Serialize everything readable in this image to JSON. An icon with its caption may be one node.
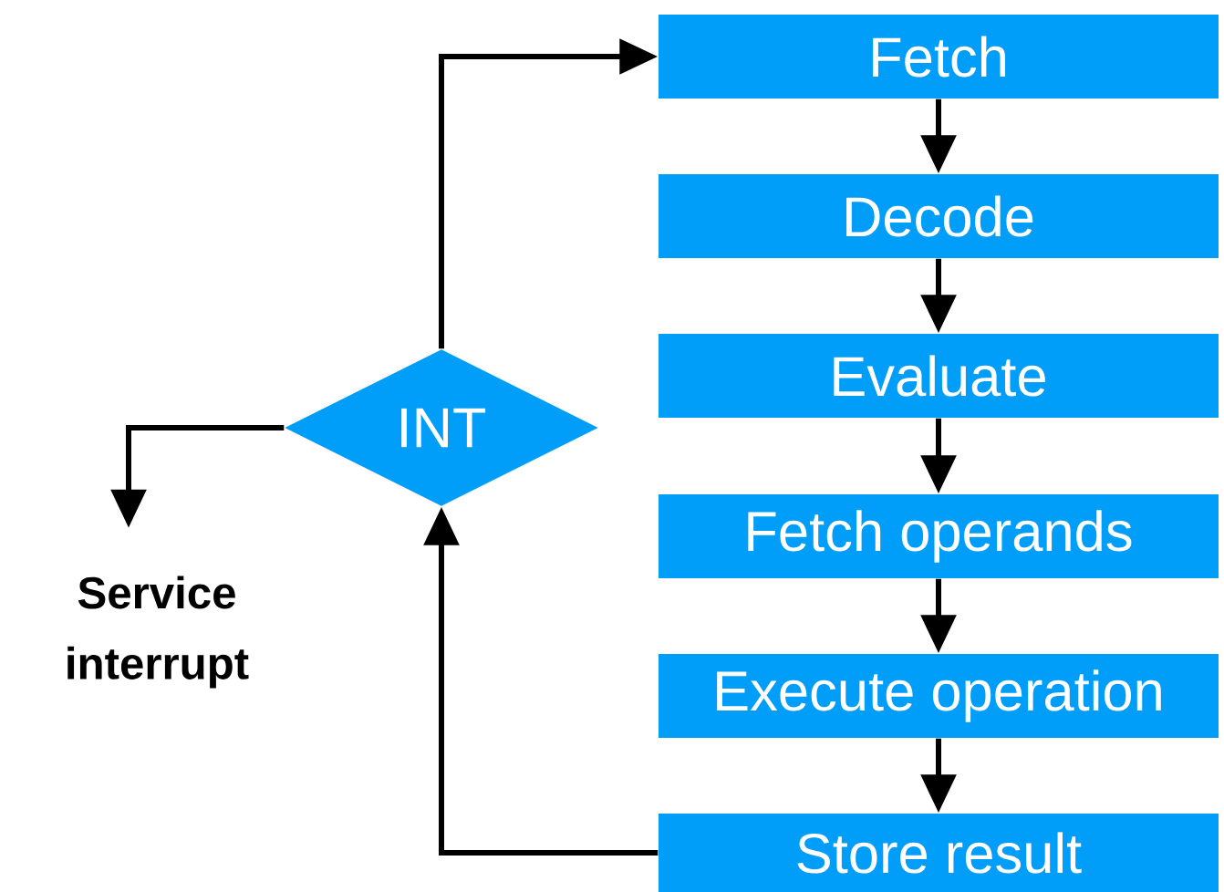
{
  "diagram": {
    "nodes": [
      {
        "text": [
          "Fetch"
        ]
      },
      {
        "text": [
          "Decode"
        ]
      },
      {
        "text": [
          "Evaluate"
        ]
      },
      {
        "text": [
          "Fetch operands"
        ]
      },
      {
        "text": [
          "Execute operation"
        ]
      },
      {
        "text": [
          "Store result"
        ]
      },
      {
        "text": [
          "INT"
        ]
      },
      {
        "text": [
          "Service interrupt"
        ]
      }
    ],
    "edges": [
      {
        "from": 0,
        "to": 1,
        "arrow": "to"
      },
      {
        "from": 1,
        "to": 2,
        "arrow": "to"
      },
      {
        "from": 2,
        "to": 3,
        "arrow": "to"
      },
      {
        "from": 3,
        "to": 4,
        "arrow": "to"
      },
      {
        "from": 4,
        "to": 5,
        "arrow": "to"
      },
      {
        "from": 5,
        "to": 6,
        "arrow": "to"
      },
      {
        "from": 6,
        "to": 0,
        "arrow": "to"
      },
      {
        "from": 6,
        "to": 7,
        "arrow": "to"
      }
    ]
  }
}
